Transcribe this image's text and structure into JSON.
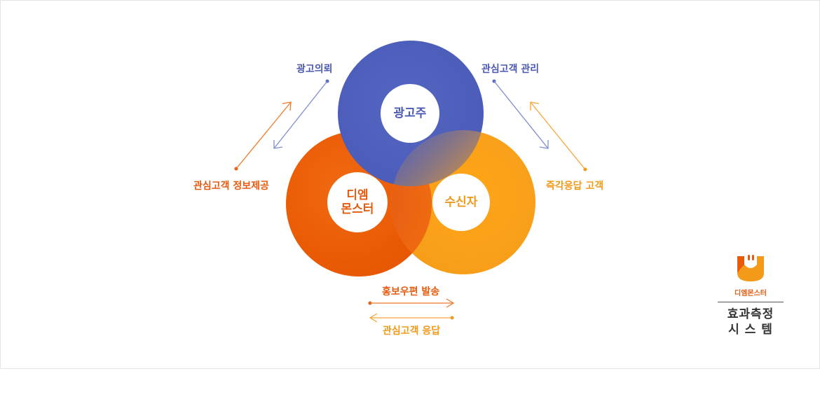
{
  "diagram": {
    "nodes": {
      "advertiser": "광고주",
      "dmonster_line1": "디엠",
      "dmonster_line2": "몬스터",
      "receiver": "수신자"
    },
    "flows": {
      "ad_request": "광고의뢰",
      "customer_info": "관심고객 정보제공",
      "customer_mgmt": "관심고객 관리",
      "instant_reply": "즉각응답 고객",
      "mail_send": "홍보우편 발송",
      "customer_reply": "관심고객 응답"
    },
    "colors": {
      "blue": "#4c5db9",
      "orange": "#ea5a05",
      "yellow": "#f9a01a",
      "arrow_blue": "#7f8ed0",
      "arrow_orange": "#f07a2a",
      "arrow_yellow": "#f6a53a"
    }
  },
  "logo": {
    "brand": "디엠몬스터",
    "title_line1": "효과측정",
    "title_line2": "시 스 템"
  }
}
